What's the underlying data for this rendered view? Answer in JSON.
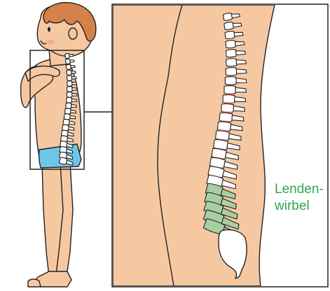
{
  "annotation": {
    "label_line1": "Lenden-",
    "label_line2": "wirbel",
    "label_color": "#2fa84f"
  },
  "colors": {
    "skin": "#f6c8a2",
    "hair": "#d4824a",
    "swimwear": "#6cc6ea",
    "vertebra": "#ffffff",
    "lumbar_vertebra": "#a8cfa4",
    "disc": "#e36464",
    "outline": "#222222"
  },
  "illustration": {
    "left_panel": "child-side-view",
    "right_panel": "spine-closeup"
  }
}
